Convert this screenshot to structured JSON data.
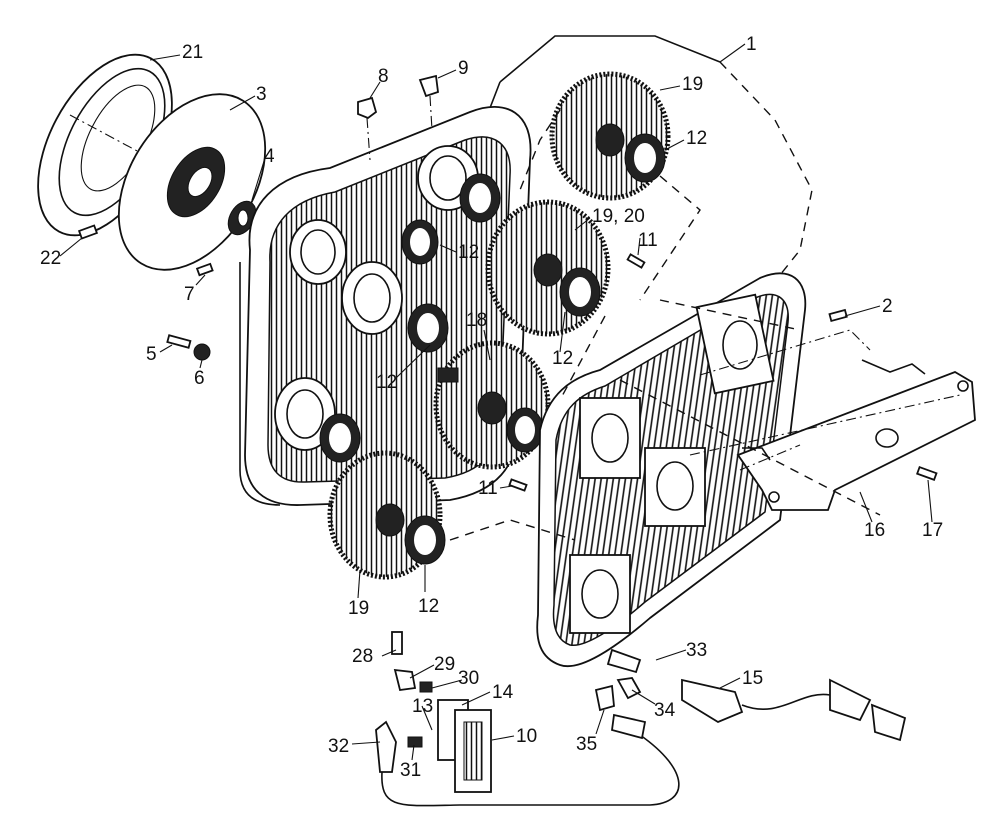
{
  "diagram": {
    "callouts": [
      {
        "id": "c1",
        "text": "1"
      },
      {
        "id": "c2",
        "text": "2"
      },
      {
        "id": "c3",
        "text": "3"
      },
      {
        "id": "c4",
        "text": "4"
      },
      {
        "id": "c5",
        "text": "5"
      },
      {
        "id": "c6",
        "text": "6"
      },
      {
        "id": "c7",
        "text": "7"
      },
      {
        "id": "c8",
        "text": "8"
      },
      {
        "id": "c9",
        "text": "9"
      },
      {
        "id": "c10",
        "text": "10"
      },
      {
        "id": "c11a",
        "text": "11"
      },
      {
        "id": "c11b",
        "text": "11"
      },
      {
        "id": "c12a",
        "text": "12"
      },
      {
        "id": "c12b",
        "text": "12"
      },
      {
        "id": "c12c",
        "text": "12"
      },
      {
        "id": "c12d",
        "text": "12"
      },
      {
        "id": "c12e",
        "text": "12"
      },
      {
        "id": "c13",
        "text": "13"
      },
      {
        "id": "c14",
        "text": "14"
      },
      {
        "id": "c15",
        "text": "15"
      },
      {
        "id": "c16",
        "text": "16"
      },
      {
        "id": "c17",
        "text": "17"
      },
      {
        "id": "c18",
        "text": "18"
      },
      {
        "id": "c19a",
        "text": "19"
      },
      {
        "id": "c19b",
        "text": "19, 20"
      },
      {
        "id": "c19c",
        "text": "19"
      },
      {
        "id": "c21",
        "text": "21"
      },
      {
        "id": "c22",
        "text": "22"
      },
      {
        "id": "c28",
        "text": "28"
      },
      {
        "id": "c29",
        "text": "29"
      },
      {
        "id": "c30",
        "text": "30"
      },
      {
        "id": "c31",
        "text": "31"
      },
      {
        "id": "c32",
        "text": "32"
      },
      {
        "id": "c33",
        "text": "33"
      },
      {
        "id": "c34",
        "text": "34"
      },
      {
        "id": "c35",
        "text": "35"
      }
    ]
  }
}
